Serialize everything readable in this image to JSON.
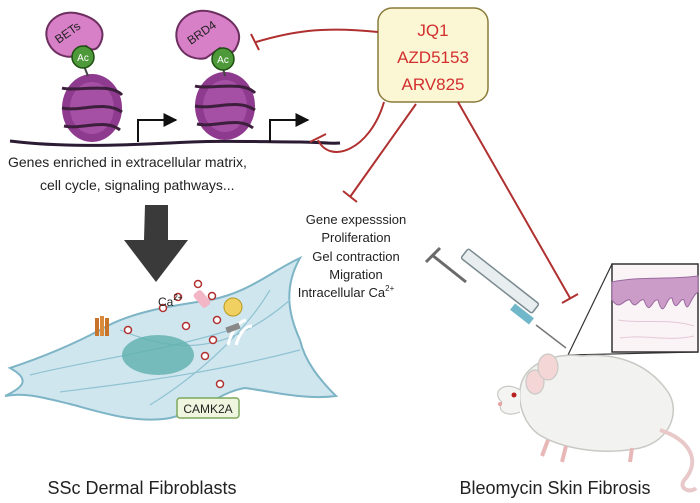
{
  "labels": {
    "bets": "BETs",
    "brd4": "BRD4",
    "ac": "Ac",
    "genes_line1": "Genes enriched in extracellular matrix,",
    "genes_line2": "cell cycle, signaling pathways...",
    "effects": [
      "Gene expesssion",
      "Proliferation",
      "Gel contraction",
      "Migration"
    ],
    "intracellular": "Intracellular Ca",
    "ca_sup": "2+",
    "calcium": "Ca",
    "camk2a": "CAMK2A",
    "left_caption": "SSc Dermal Fibroblasts",
    "right_caption": "Bleomycin Skin Fibrosis"
  },
  "inhibitors": [
    "JQ1",
    "AZD5153",
    "ARV825"
  ],
  "colors": {
    "inhibitor_text": "#d32f2f",
    "inhibitor_box_fill": "#fbf6d3",
    "inhibitor_box_stroke": "#8a7a3a",
    "inhibition_line": "#b03030",
    "nucleosome": "#8e3a8e",
    "nucleosome_light": "#b45db4",
    "bet_protein": "#d77fc7",
    "ac_mark": "#4e9a3a",
    "big_arrow": "#3a3a3a",
    "cell_fill": "#cfe6ee",
    "cell_stroke": "#7db4c6",
    "nucleus": "#5fb0ae"
  }
}
